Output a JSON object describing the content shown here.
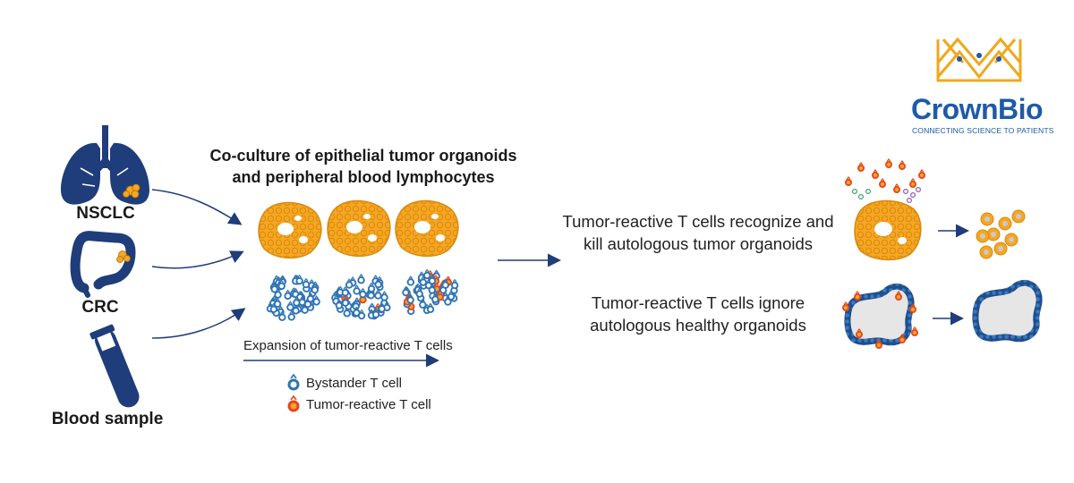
{
  "sources": [
    {
      "label": "NSCLC",
      "icon": "lungs-icon"
    },
    {
      "label": "CRC",
      "icon": "colon-icon"
    },
    {
      "label": "Blood sample",
      "icon": "blood-tube-icon"
    }
  ],
  "title": {
    "line1": "Co-culture of epithelial tumor organoids",
    "line2": "and peripheral blood lymphocytes"
  },
  "expansion_label": "Expansion of tumor-reactive T cells",
  "legend": [
    {
      "label": "Bystander T cell",
      "icon": "bystander-t-cell-icon",
      "color": "#2e74b5"
    },
    {
      "label": "Tumor-reactive T cell",
      "icon": "tumor-reactive-t-cell-icon",
      "color": "#e8451e"
    }
  ],
  "outcomes": {
    "tumor": {
      "line1": "Tumor-reactive T cells recognize and",
      "line2": "kill autologous tumor organoids"
    },
    "healthy": {
      "line1": "Tumor-reactive T cells ignore",
      "line2": "autologous healthy organoids"
    }
  },
  "logo": {
    "name": "CrownBio",
    "tagline": "CONNECTING SCIENCE TO PATIENTS"
  },
  "colors": {
    "navy": "#1f3d7a",
    "organoid_orange": "#f5a623",
    "organoid_outline": "#d98a0b",
    "bystander_blue": "#2e74b5",
    "reactive_red": "#e8451e",
    "logo_blue": "#1e5aa8",
    "logo_gold": "#f0a81c"
  }
}
